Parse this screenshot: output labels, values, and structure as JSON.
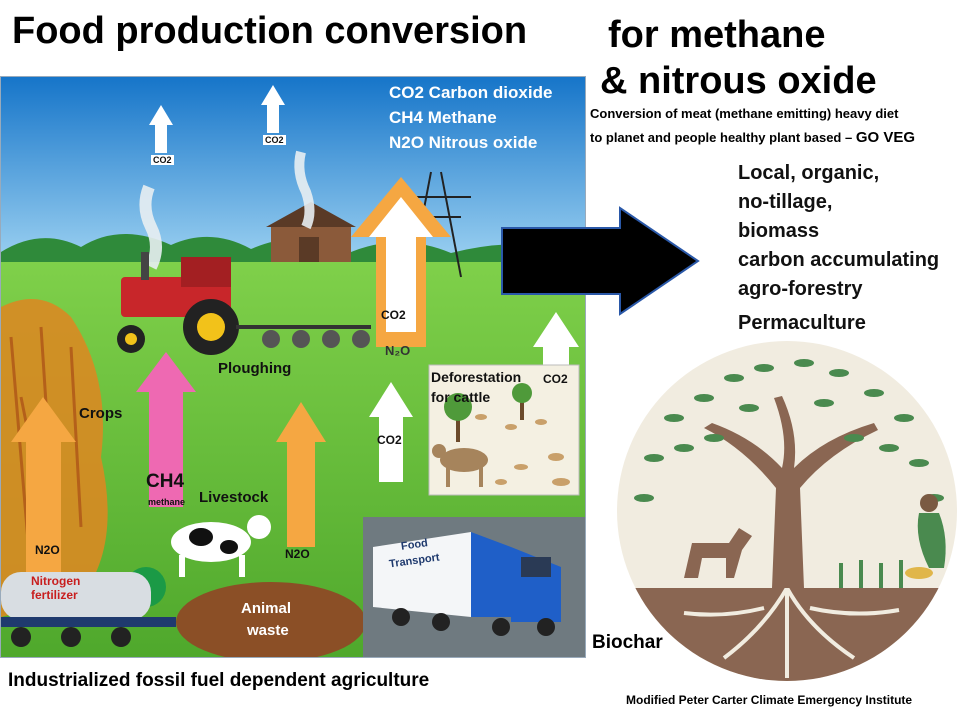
{
  "title_left": "Food production conversion",
  "title_right_line1": "for methane",
  "title_right_line2": "& nitrous oxide",
  "conversion_line1": "Conversion of meat (methane emitting) heavy diet",
  "conversion_line2": "to planet and people healthy plant based –",
  "conversion_go_veg": "GO VEG",
  "legend": [
    "CO2  Carbon dioxide",
    "CH4  Methane",
    "N2O  Nitrous oxide"
  ],
  "scene_labels": {
    "co2_smoke_1": "CO2",
    "co2_smoke_2": "CO2",
    "co2_big_arrow": "CO2",
    "n2o_big_arrow": "N₂O",
    "ploughing": "Ploughing",
    "crops": "Crops",
    "ch4": "CH4",
    "methane": "methane",
    "livestock": "Livestock",
    "n2o_left": "N2O",
    "n2o_mid": "N2O",
    "nitrogen_fertilizer_1": "Nitrogen",
    "nitrogen_fertilizer_2": "fertilizer",
    "animal_waste_1": "Animal",
    "animal_waste_2": "waste",
    "deforestation_1": "Deforestation",
    "deforestation_2": "for cattle",
    "co2_deforestation": "CO2",
    "co2_transport": "CO2",
    "truck_text_1": "Food",
    "truck_text_2": "Transport"
  },
  "alternatives": [
    "Local, organic,",
    "no-tillage,",
    "biomass",
    "carbon accumulating",
    "agro-forestry",
    "Permaculture"
  ],
  "biochar": "Biochar",
  "footer_left": "Industrialized fossil fuel dependent agriculture",
  "footer_right": "Modified Peter Carter Climate Emergency Institute",
  "colors": {
    "sky": "#1e88d6",
    "field": "#6cc23a",
    "orange_arrow": "#f5a742",
    "pink_arrow": "#ee69b2",
    "tree_circle": "#f1ece0",
    "trunk": "#8a6652",
    "leaves": "#4a8a4f"
  }
}
